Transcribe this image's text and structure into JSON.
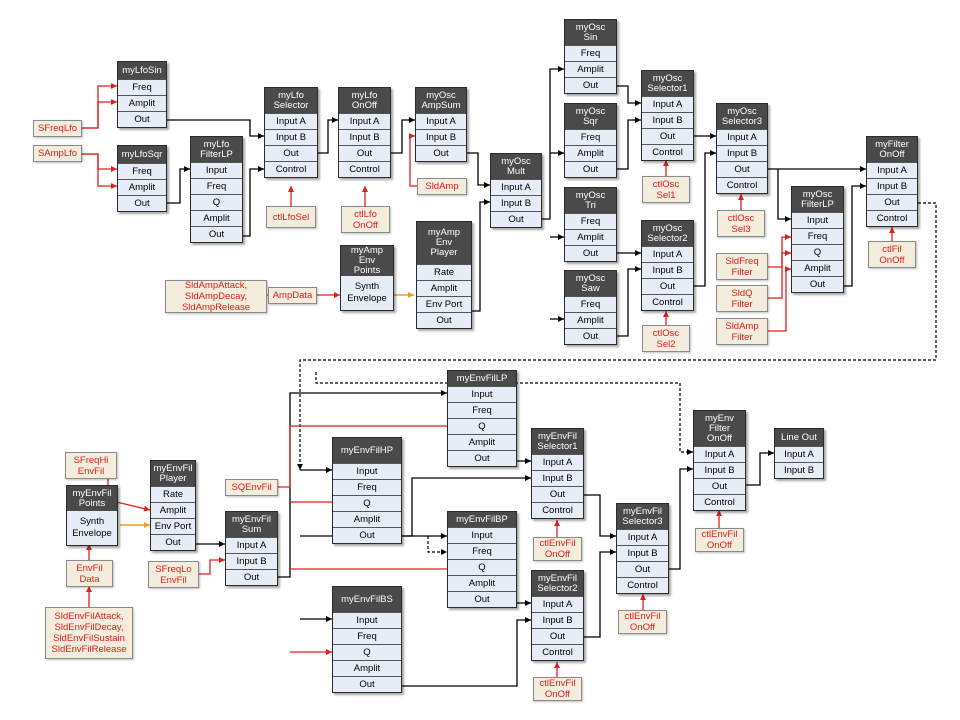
{
  "colors": {
    "signal": "#000000",
    "control": "#e0201b",
    "envelope": "#f0a020",
    "module_header": "#4a4a4a",
    "module_body": "#e6edf6",
    "control_box": "#f4ecdc"
  },
  "modules": {
    "lfo_sin": {
      "title": [
        "myLfoSin"
      ],
      "ports": [
        "Freq",
        "Amplit",
        "Out"
      ]
    },
    "lfo_sqr": {
      "title": [
        "myLfoSqr"
      ],
      "ports": [
        "Freq",
        "Amplit",
        "Out"
      ]
    },
    "lfo_filter": {
      "title": [
        "myLfo",
        "FilterLP"
      ],
      "ports": [
        "Input",
        "Freq",
        "Q",
        "Amplit",
        "Out"
      ]
    },
    "lfo_selector": {
      "title": [
        "myLfo",
        "Selector"
      ],
      "ports": [
        "Input A",
        "Input B",
        "Out",
        "Control"
      ]
    },
    "lfo_onoff": {
      "title": [
        "myLfo",
        "OnOff"
      ],
      "ports": [
        "Input A",
        "Input B",
        "Out",
        "Control"
      ]
    },
    "osc_ampsum": {
      "title": [
        "myOsc",
        "AmpSum"
      ],
      "ports": [
        "Input A",
        "Input B",
        "Out"
      ]
    },
    "osc_mult": {
      "title": [
        "myOsc",
        "Mult"
      ],
      "ports": [
        "Input A",
        "Input B",
        "Out"
      ]
    },
    "osc_sin": {
      "title": [
        "myOsc",
        "Sin"
      ],
      "ports": [
        "Freq",
        "Amplit",
        "Out"
      ]
    },
    "osc_sqr": {
      "title": [
        "myOsc",
        "Sqr"
      ],
      "ports": [
        "Freq",
        "Amplit",
        "Out"
      ]
    },
    "osc_tri": {
      "title": [
        "myOsc",
        "Tri"
      ],
      "ports": [
        "Freq",
        "Amplit",
        "Out"
      ]
    },
    "osc_saw": {
      "title": [
        "myOsc",
        "Saw"
      ],
      "ports": [
        "Freq",
        "Amplit",
        "Out"
      ]
    },
    "osc_selector1": {
      "title": [
        "myOsc",
        "Selector1"
      ],
      "ports": [
        "Input A",
        "Input B",
        "Out",
        "Control"
      ]
    },
    "osc_selector2": {
      "title": [
        "myOsc",
        "Selector2"
      ],
      "ports": [
        "Input A",
        "Input B",
        "Out",
        "Control"
      ]
    },
    "osc_selector3": {
      "title": [
        "myOsc",
        "Selector3"
      ],
      "ports": [
        "Input A",
        "Input B",
        "Out",
        "Control"
      ]
    },
    "osc_filter": {
      "title": [
        "myOsc",
        "FilterLP"
      ],
      "ports": [
        "Input",
        "Freq",
        "Q",
        "Amplit",
        "Out"
      ]
    },
    "filter_onoff": {
      "title": [
        "myFilter",
        "OnOff"
      ],
      "ports": [
        "Input A",
        "Input B",
        "Out",
        "Control"
      ]
    },
    "amp_env_points": {
      "title": [
        "myAmp",
        "Env",
        "Points"
      ],
      "ports": []
    },
    "amp_env_player": {
      "title": [
        "myAmp",
        "Env",
        "Player"
      ],
      "ports": [
        "Rate",
        "Amplit",
        "Env Port",
        "Out"
      ]
    },
    "envfil_player": {
      "title": [
        "myEnvFil",
        "Player"
      ],
      "ports": [
        "Rate",
        "Amplit",
        "Env Port",
        "Out"
      ]
    },
    "envfil_points": {
      "title": [
        "myEnvFil",
        "Points"
      ],
      "ports": []
    },
    "envfil_sum": {
      "title": [
        "myEnvFil",
        "Sum"
      ],
      "ports": [
        "Input A",
        "Input B",
        "Out"
      ]
    },
    "envfil_lp": {
      "title": [
        "myEnvFilLP"
      ],
      "ports": [
        "Input",
        "Freq",
        "Q",
        "Amplit",
        "Out"
      ]
    },
    "envfil_hp": {
      "title": [
        "myEnvFilHP"
      ],
      "ports": [
        "Input",
        "Freq",
        "Q",
        "Amplit",
        "Out"
      ]
    },
    "envfil_bp": {
      "title": [
        "myEnvFilBP"
      ],
      "ports": [
        "Input",
        "Freq",
        "Q",
        "Amplit",
        "Out"
      ]
    },
    "envfil_bs": {
      "title": [
        "myEnvFilBS"
      ],
      "ports": [
        "Input",
        "Freq",
        "Q",
        "Amplit",
        "Out"
      ]
    },
    "envfil_selector1": {
      "title": [
        "myEnvFil",
        "Selector1"
      ],
      "ports": [
        "Input A",
        "Input B",
        "Out",
        "Control"
      ]
    },
    "envfil_selector2": {
      "title": [
        "myEnvFil",
        "Selector2"
      ],
      "ports": [
        "Input A",
        "Input B",
        "Out",
        "Control"
      ]
    },
    "envfil_selector3": {
      "title": [
        "myEnvFil",
        "Selector3"
      ],
      "ports": [
        "Input A",
        "Input B",
        "Out",
        "Control"
      ]
    },
    "env_filter_onoff": {
      "title": [
        "myEnv",
        "Filter",
        "OnOff"
      ],
      "ports": [
        "Input A",
        "Input B",
        "Out",
        "Control"
      ]
    },
    "line_out": {
      "title": [
        "Line Out"
      ],
      "ports": [
        "Input A",
        "Input B"
      ]
    }
  },
  "body_labels": {
    "amp_env_points": [
      "Synth",
      "Envelope"
    ],
    "envfil_points": [
      "Synth",
      "Envelope"
    ]
  },
  "controls": {
    "sfreq_lfo": [
      "SFreqLfo"
    ],
    "samp_lfo": [
      "SAmpLfo"
    ],
    "ctl_lfo_sel": [
      "ctlLfoSel"
    ],
    "ctl_lfo_onoff": [
      "ctlLfo",
      "OnOff"
    ],
    "sld_amp": [
      "SldAmp"
    ],
    "sld_amp_env": [
      "SldAmpAttack,",
      "SldAmpDecay,",
      "SldAmpRelease"
    ],
    "amp_data": [
      "AmpData"
    ],
    "ctl_osc_sel1": [
      "ctlOsc",
      "Sel1"
    ],
    "ctl_osc_sel2": [
      "ctlOsc",
      "Sel2"
    ],
    "ctl_osc_sel3": [
      "ctlOsc",
      "Sel3"
    ],
    "sld_freq_filter": [
      "SldFreq",
      "Filter"
    ],
    "sld_q_filter": [
      "SldQ",
      "Filter"
    ],
    "sld_amp_filter": [
      "SldAmp",
      "Filter"
    ],
    "ctl_fil_onoff": [
      "ctlFil",
      "OnOff"
    ],
    "sfreq_hi_envfil": [
      "SFreqHi",
      "EnvFil"
    ],
    "sq_envfil": [
      "SQEnvFil"
    ],
    "sfreq_lo_envfil": [
      "SFreqLo",
      "EnvFil"
    ],
    "envfil_data": [
      "EnvFil",
      "Data"
    ],
    "sld_envfil": [
      "SldEnvFilAttack,",
      "SldEnvFilDecay,",
      "SldEnvFilSustain",
      "SldEnvFilRelease"
    ],
    "ctl_envfil_onoff_1": [
      "ctlEnvFil",
      "OnOff"
    ],
    "ctl_envfil_onoff_2": [
      "ctlEnvFil",
      "OnOff"
    ],
    "ctl_envfil_onoff_3": [
      "ctlEnvFil",
      "OnOff"
    ],
    "ctl_envfil_onoff_4": [
      "ctlEnvFil",
      "OnOff"
    ]
  }
}
